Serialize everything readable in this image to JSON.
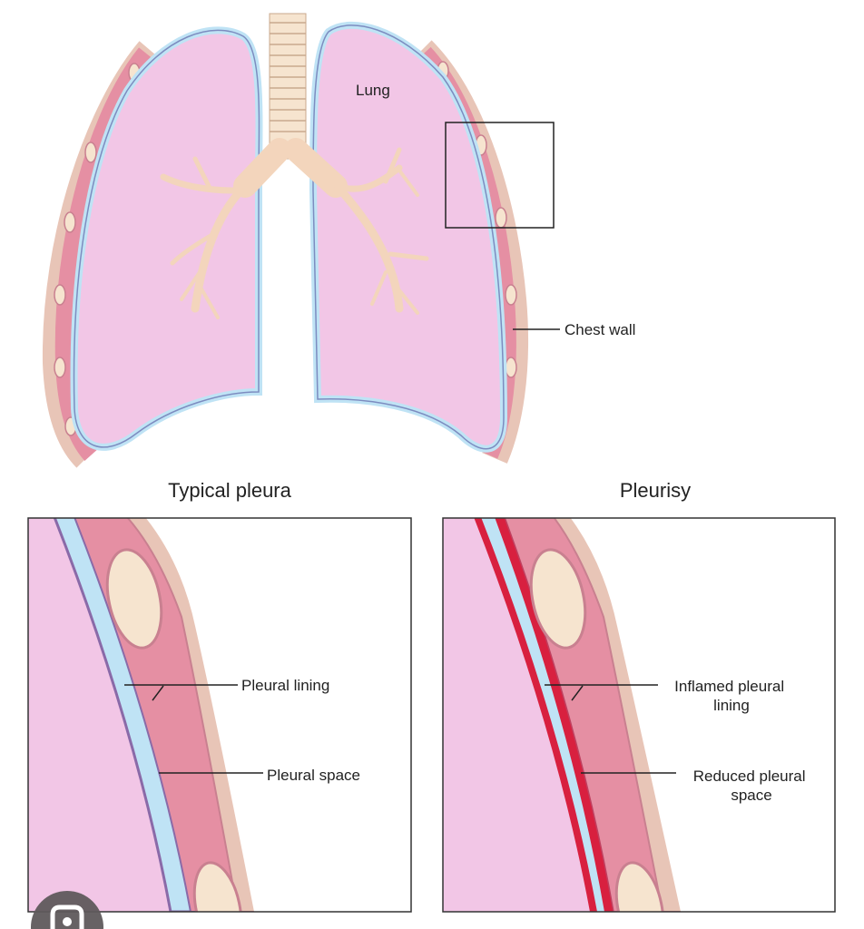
{
  "top_diagram": {
    "lung_label": "Lung",
    "chest_wall_label": "Chest wall"
  },
  "panels": [
    {
      "title": "Typical pleura",
      "labels": [
        "Pleural lining",
        "Pleural space"
      ]
    },
    {
      "title": "Pleurisy",
      "labels_line1": [
        "Inflamed pleural",
        "Reduced pleural"
      ],
      "labels_line2": [
        "lining",
        "space"
      ]
    }
  ],
  "overlay": {
    "icon": "lens-camera-icon"
  },
  "colors": {
    "lung": "#f2c6e6",
    "pleural_space": "#bfe3f5",
    "wall": "#e58fa3",
    "outer": "#e8c5b7",
    "bone": "#f6e4cf",
    "inflamed": "#d8203f"
  }
}
